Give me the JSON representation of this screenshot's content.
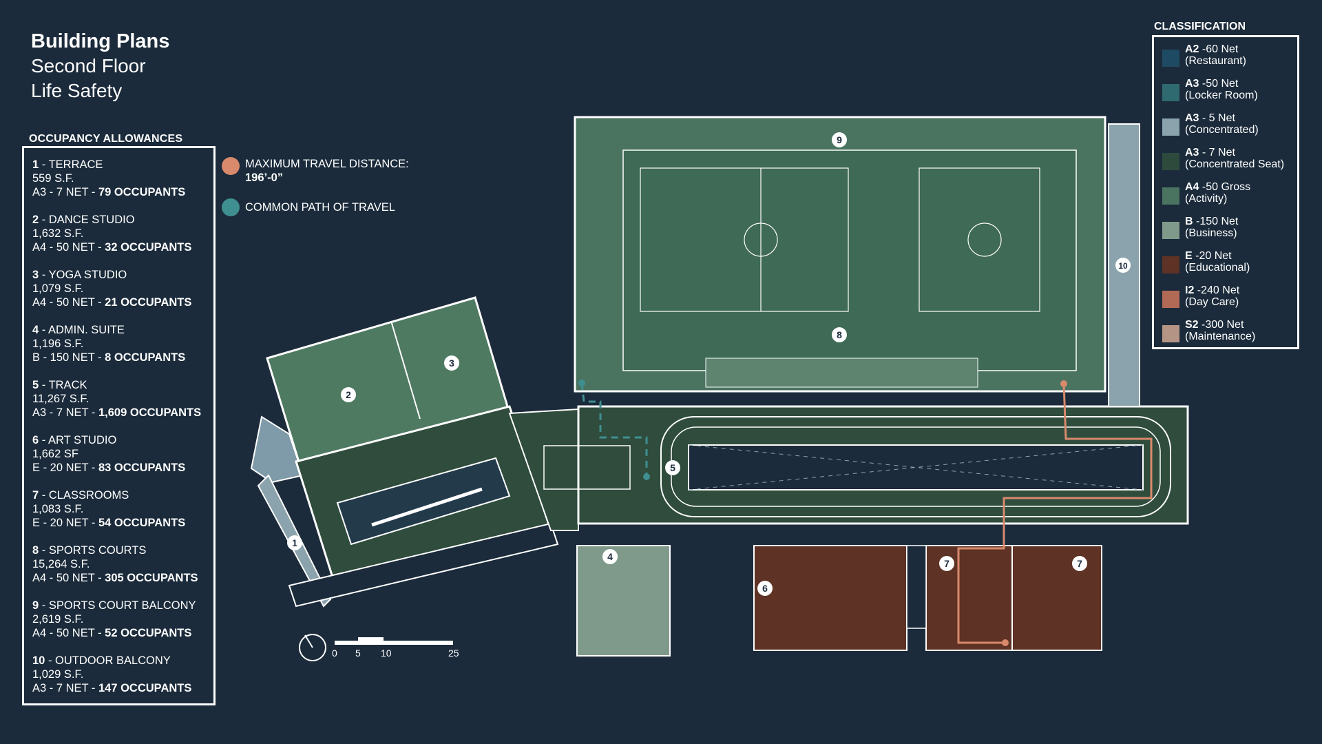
{
  "header": {
    "title": "Building Plans",
    "subtitle1": "Second Floor",
    "subtitle2": "Life Safety"
  },
  "occupancy": {
    "heading": "OCCUPANCY ALLOWANCES",
    "items": [
      {
        "num": "1",
        "name": "TERRACE",
        "area": "559 S.F.",
        "cls": "A3 - 7 NET",
        "occ": "79 OCCUPANTS"
      },
      {
        "num": "2",
        "name": "DANCE STUDIO",
        "area": "1,632 S.F.",
        "cls": "A4 - 50 NET",
        "occ": "32 OCCUPANTS"
      },
      {
        "num": "3",
        "name": "YOGA STUDIO",
        "area": "1,079 S.F.",
        "cls": "A4 - 50 NET",
        "occ": "21 OCCUPANTS"
      },
      {
        "num": "4",
        "name": "ADMIN. SUITE",
        "area": "1,196 S.F.",
        "cls": "B - 150 NET",
        "occ": "8 OCCUPANTS"
      },
      {
        "num": "5",
        "name": "TRACK",
        "area": "11,267 S.F.",
        "cls": "A3 - 7 NET",
        "occ": "1,609 OCCUPANTS"
      },
      {
        "num": "6",
        "name": "ART STUDIO",
        "area": "1,662 SF",
        "cls": "E - 20 NET",
        "occ": "83 OCCUPANTS"
      },
      {
        "num": "7",
        "name": "CLASSROOMS",
        "area": "1,083 S.F.",
        "cls": "E - 20 NET",
        "occ": "54 OCCUPANTS"
      },
      {
        "num": "8",
        "name": "SPORTS COURTS",
        "area": "15,264 S.F.",
        "cls": "A4 - 50 NET",
        "occ": "305 OCCUPANTS"
      },
      {
        "num": "9",
        "name": "SPORTS COURT BALCONY",
        "area": "2,619 S.F.",
        "cls": "A4 - 50 NET",
        "occ": "52 OCCUPANTS"
      },
      {
        "num": "10",
        "name": "OUTDOOR BALCONY",
        "area": "1,029 S.F.",
        "cls": "A3 - 7 NET",
        "occ": "147 OCCUPANTS"
      }
    ]
  },
  "paths": {
    "max_travel_label": "MAXIMUM TRAVEL DISTANCE:",
    "max_travel_value": "196’-0”",
    "max_travel_color": "#d98a6c",
    "common_path_label": "COMMON PATH OF TRAVEL",
    "common_path_color": "#3f8f91"
  },
  "classification": {
    "heading": "CLASSIFICATION",
    "items": [
      {
        "code": "A2",
        "rate": " -60 Net",
        "desc": "(Restaurant)",
        "color": "#1f4a63"
      },
      {
        "code": "A3",
        "rate": " -50 Net",
        "desc": "(Locker Room)",
        "color": "#2f6a70"
      },
      {
        "code": "A3",
        "rate": " - 5 Net",
        "desc": "(Concentrated)",
        "color": "#8aa3ad"
      },
      {
        "code": "A3",
        "rate": " - 7 Net",
        "desc": "(Concentrated Seat)",
        "color": "#2e4a3c"
      },
      {
        "code": "A4",
        "rate": " -50 Gross",
        "desc": "(Activity)",
        "color": "#4a7360"
      },
      {
        "code": "B",
        "rate": " -150 Net",
        "desc": "(Business)",
        "color": "#7f9a8a"
      },
      {
        "code": "E",
        "rate": " -20 Net",
        "desc": "(Educational)",
        "color": "#5e3224"
      },
      {
        "code": "I2",
        "rate": " -240 Net",
        "desc": "(Day Care)",
        "color": "#b16a55"
      },
      {
        "code": "S2",
        "rate": " -300 Net",
        "desc": "(Maintenance)",
        "color": "#b49585"
      }
    ]
  },
  "plan_labels": [
    "1",
    "2",
    "3",
    "4",
    "5",
    "6",
    "7",
    "7",
    "8",
    "9",
    "10"
  ],
  "scale": {
    "s0": "0",
    "s1": "5",
    "s2": "10",
    "s3": "25"
  }
}
